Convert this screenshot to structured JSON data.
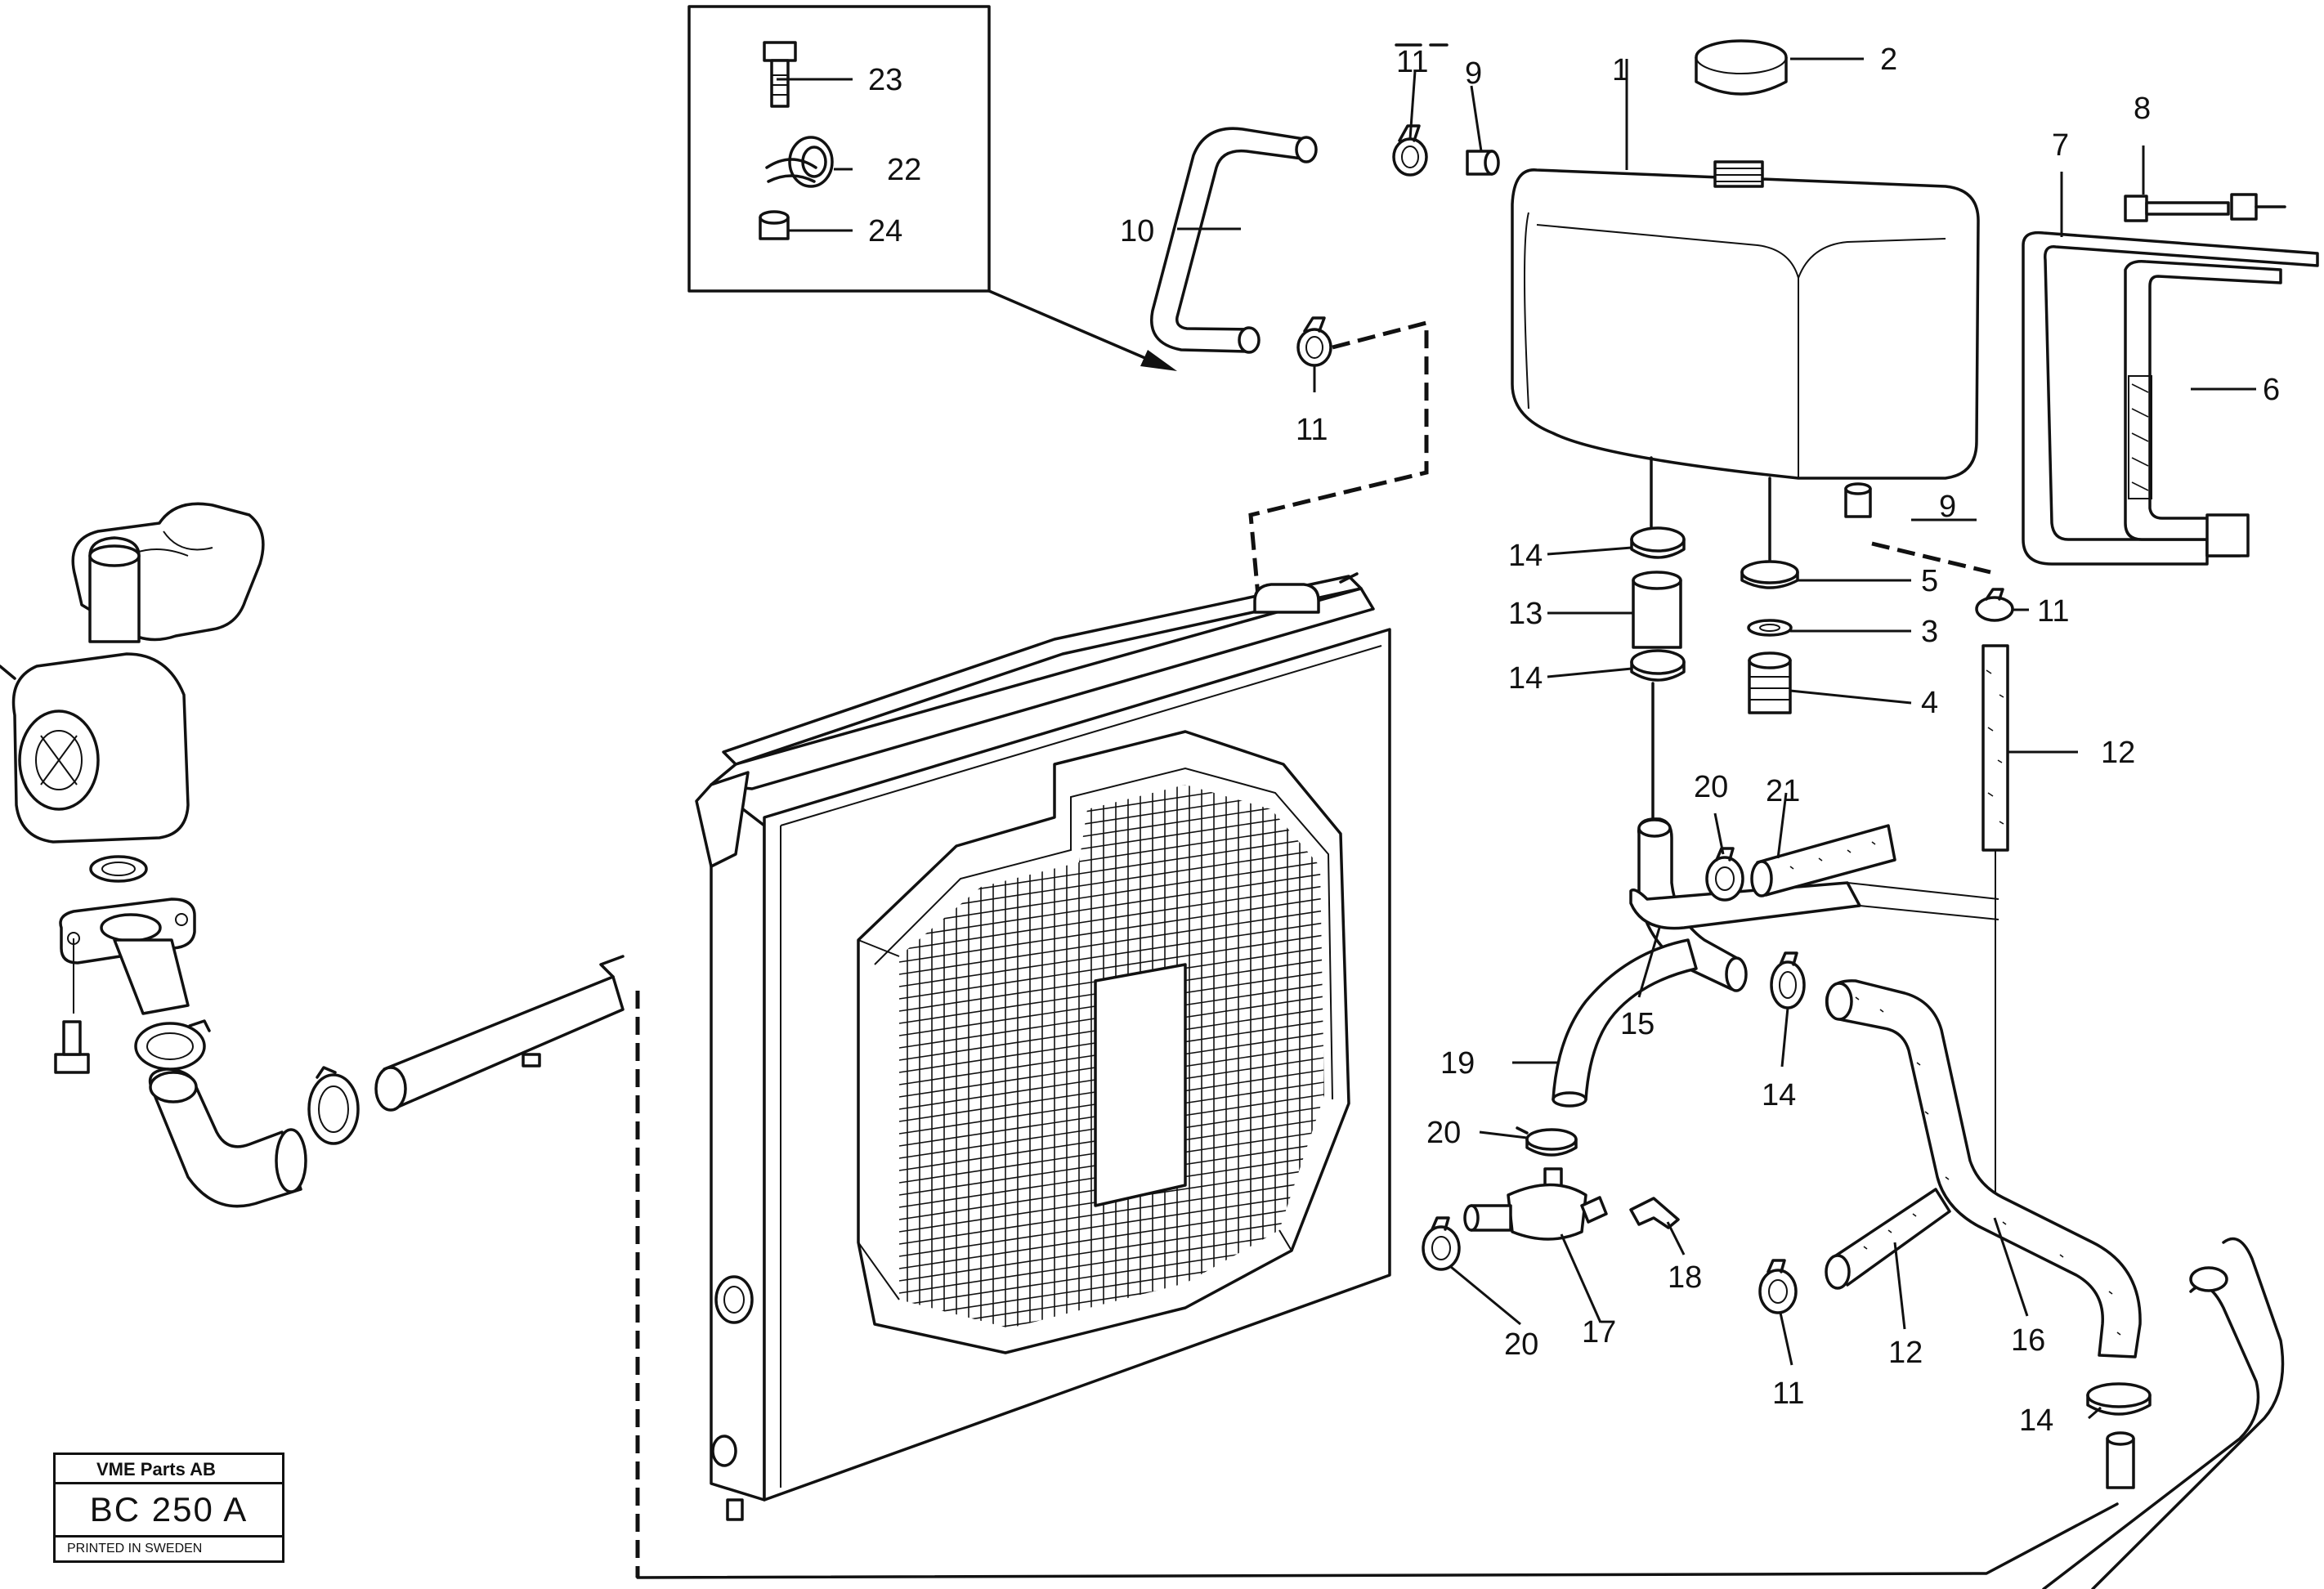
{
  "callouts": [
    {
      "id": "1",
      "text": "1"
    },
    {
      "id": "2",
      "text": "2"
    },
    {
      "id": "3",
      "text": "3"
    },
    {
      "id": "4",
      "text": "4"
    },
    {
      "id": "5",
      "text": "5"
    },
    {
      "id": "6",
      "text": "6"
    },
    {
      "id": "7",
      "text": "7"
    },
    {
      "id": "8",
      "text": "8"
    },
    {
      "id": "9a",
      "text": "9"
    },
    {
      "id": "9b",
      "text": "9"
    },
    {
      "id": "10",
      "text": "10"
    },
    {
      "id": "11a",
      "text": "11"
    },
    {
      "id": "11b",
      "text": "11"
    },
    {
      "id": "11c",
      "text": "11"
    },
    {
      "id": "11d",
      "text": "11"
    },
    {
      "id": "12a",
      "text": "12"
    },
    {
      "id": "12b",
      "text": "12"
    },
    {
      "id": "13",
      "text": "13"
    },
    {
      "id": "14a",
      "text": "14"
    },
    {
      "id": "14b",
      "text": "14"
    },
    {
      "id": "14c",
      "text": "14"
    },
    {
      "id": "14d",
      "text": "14"
    },
    {
      "id": "15",
      "text": "15"
    },
    {
      "id": "16",
      "text": "16"
    },
    {
      "id": "17",
      "text": "17"
    },
    {
      "id": "18",
      "text": "18"
    },
    {
      "id": "19",
      "text": "19"
    },
    {
      "id": "20a",
      "text": "20"
    },
    {
      "id": "20b",
      "text": "20"
    },
    {
      "id": "20c",
      "text": "20"
    },
    {
      "id": "21",
      "text": "21"
    },
    {
      "id": "22",
      "text": "22"
    },
    {
      "id": "23",
      "text": "23"
    },
    {
      "id": "24",
      "text": "24"
    }
  ],
  "title_block": {
    "company": "VME Parts AB",
    "code": "BC 250 A",
    "printed": "PRINTED IN SWEDEN"
  }
}
